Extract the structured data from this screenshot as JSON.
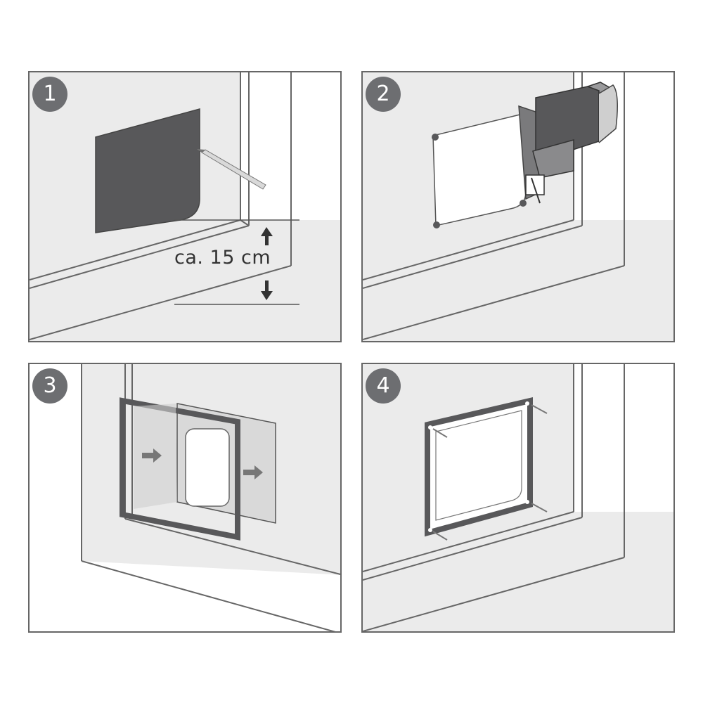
{
  "steps": [
    {
      "number": "1"
    },
    {
      "number": "2"
    },
    {
      "number": "3"
    },
    {
      "number": "4"
    }
  ],
  "step1": {
    "measurement_label": "ca. 15 cm"
  },
  "colors": {
    "wall": "#ebebeb",
    "outline": "#666666",
    "flap_dark": "#58585a",
    "badge": "#6d6e71"
  }
}
